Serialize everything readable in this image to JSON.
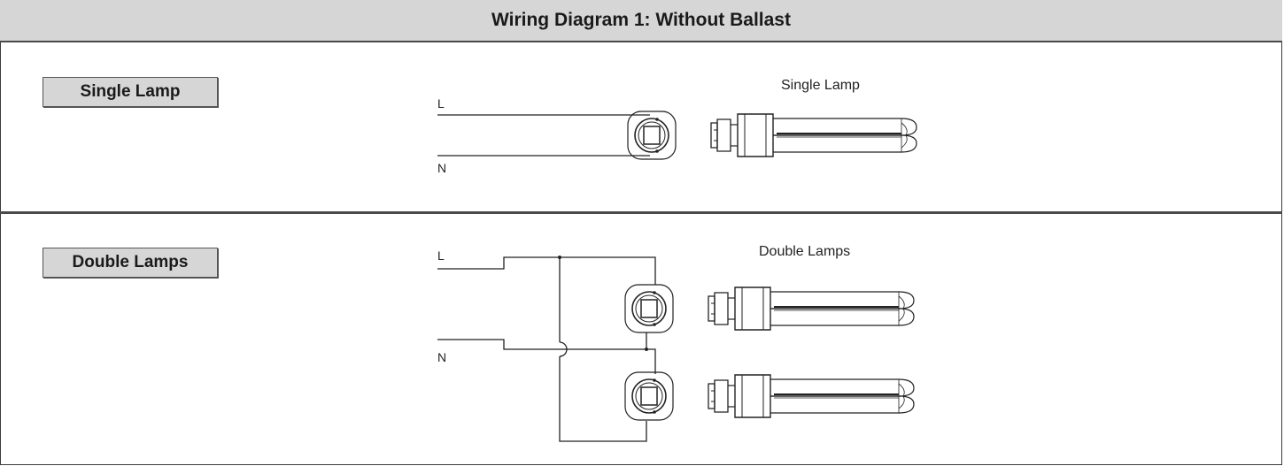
{
  "header": {
    "title": "Wiring Diagram 1: Without Ballast"
  },
  "sections": {
    "single": {
      "tag": "Single Lamp",
      "caption": "Single Lamp",
      "line_label": "L",
      "neutral_label": "N"
    },
    "double": {
      "tag": "Double Lamps",
      "caption": "Double Lamps",
      "line_label": "L",
      "neutral_label": "N"
    }
  },
  "colors": {
    "header_bg": "#d6d6d6",
    "line": "#222222",
    "border": "#4a4a4a"
  }
}
